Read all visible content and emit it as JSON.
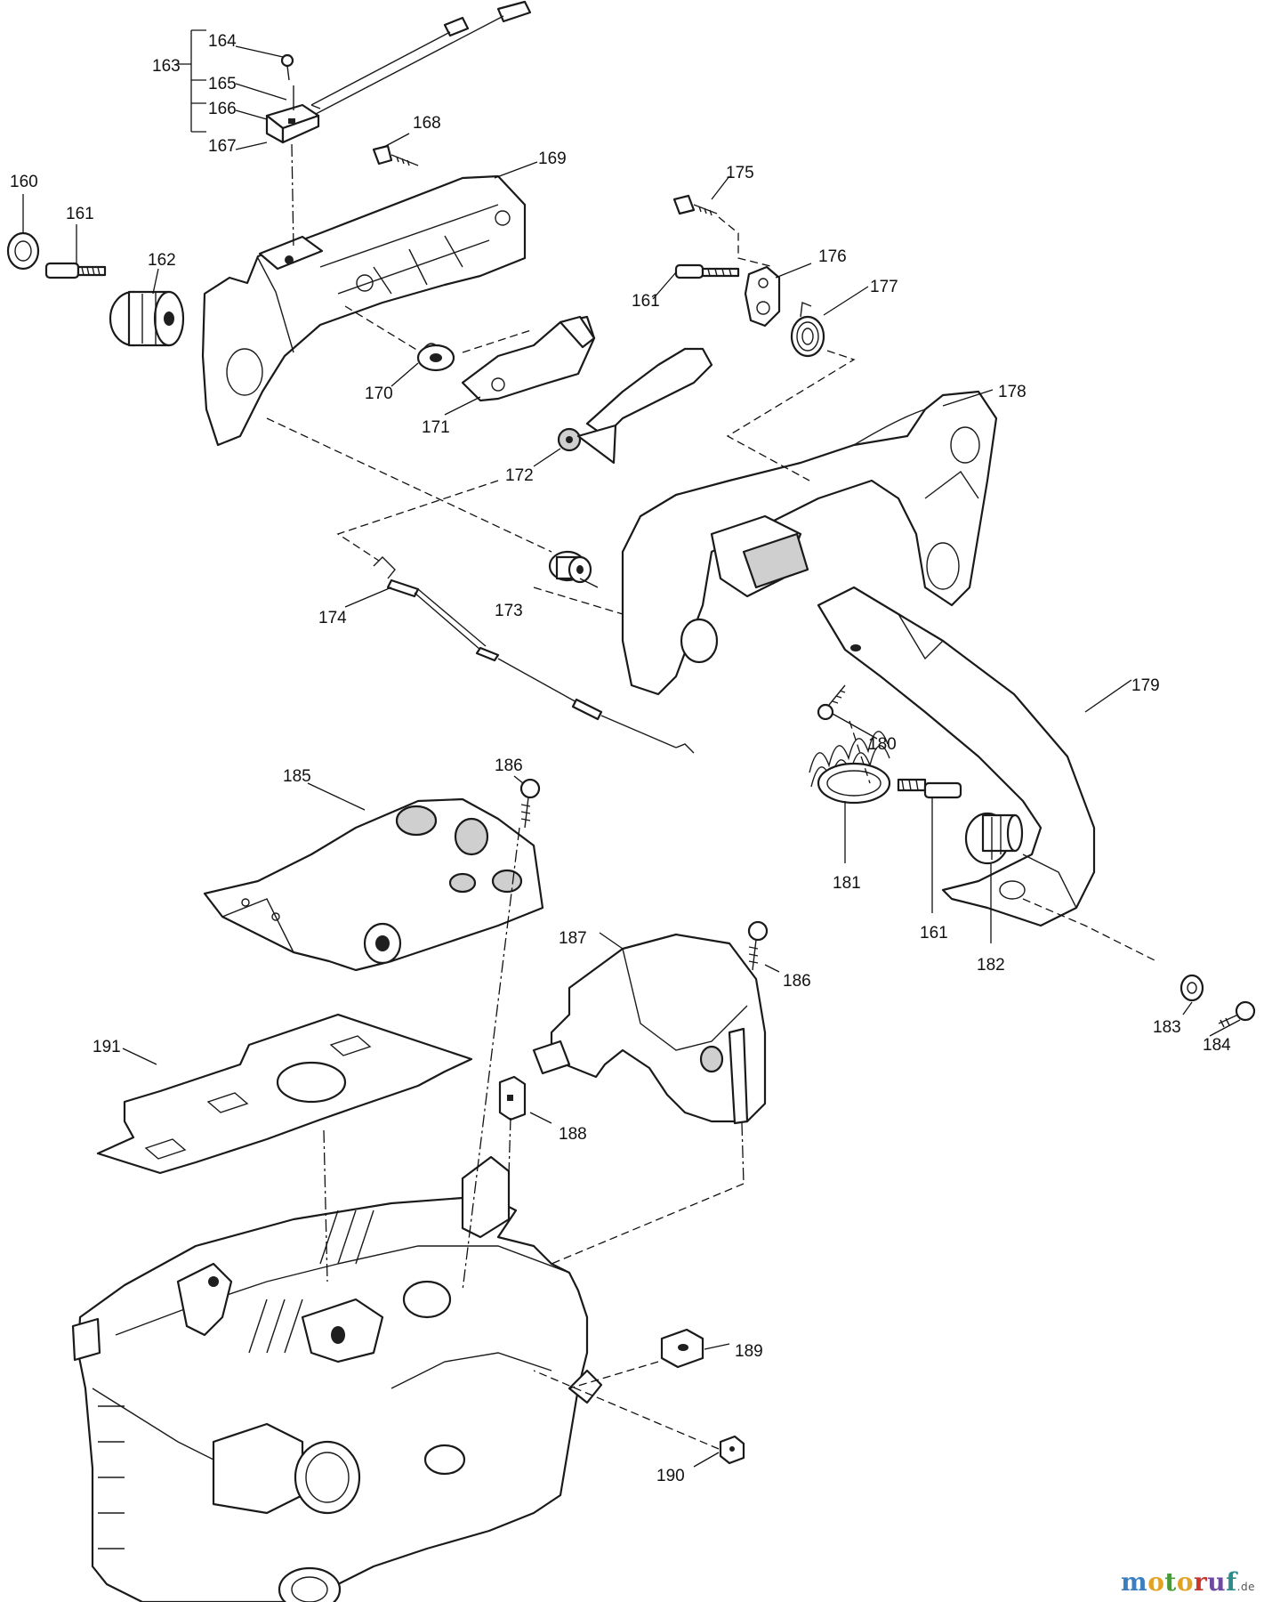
{
  "diagram": {
    "part_labels": [
      "160",
      "161",
      "162",
      "163",
      "164",
      "165",
      "166",
      "167",
      "168",
      "169",
      "170",
      "171",
      "172",
      "173",
      "174",
      "175",
      "176",
      "177",
      "178",
      "179",
      "180",
      "181",
      "182",
      "183",
      "184",
      "185",
      "186",
      "187",
      "188",
      "189",
      "190",
      "191"
    ]
  },
  "watermark": {
    "parts": [
      "m",
      "o",
      "t",
      "o",
      "r",
      "u",
      "f"
    ],
    "suffix": ".de"
  }
}
